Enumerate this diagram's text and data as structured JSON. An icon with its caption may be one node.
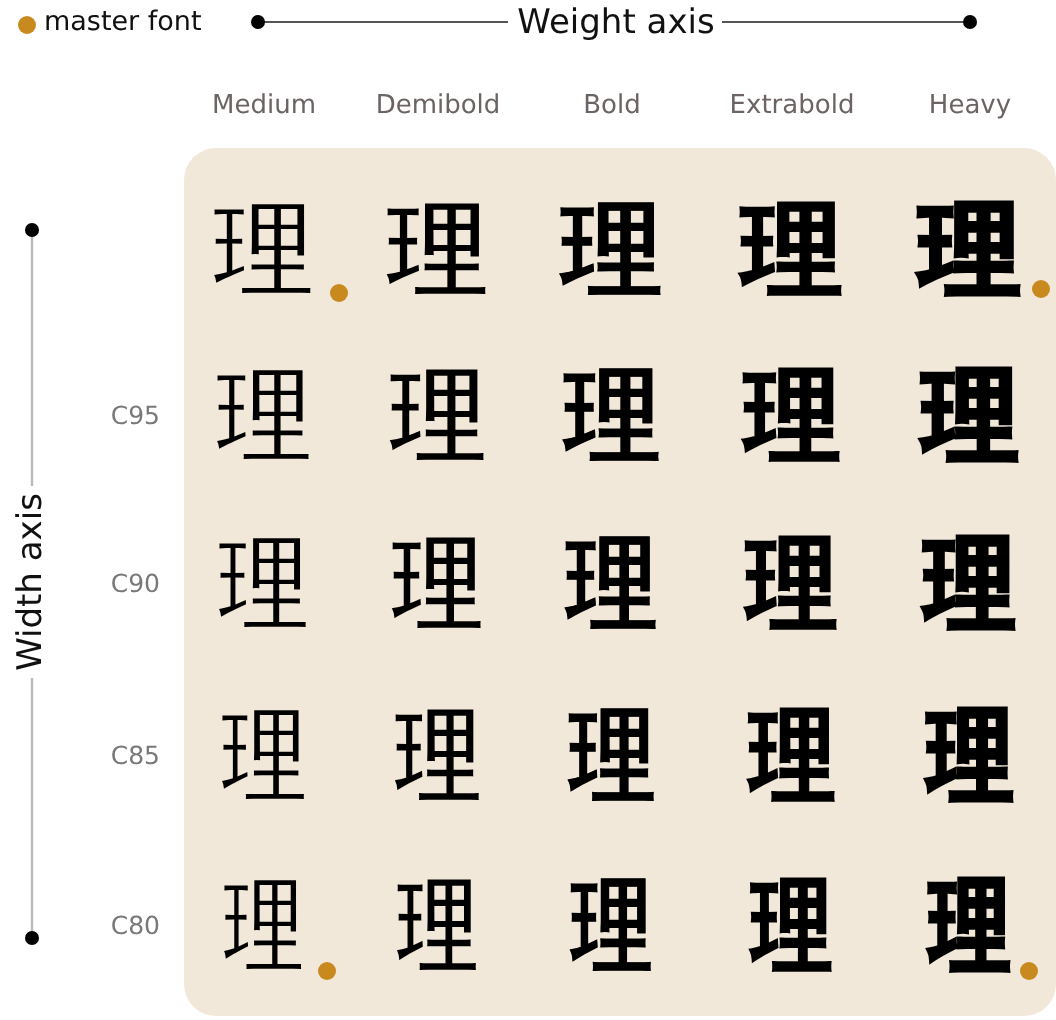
{
  "diagram": {
    "labels": [
      "Weight axis",
      "Width axis",
      "Medium",
      "Demibold",
      "Bold",
      "Extrabold",
      "Heavy",
      "理",
      "理",
      "理",
      "理",
      "理",
      "C95",
      "理",
      "理",
      "理",
      "理",
      "理",
      "C90",
      "理",
      "理",
      "理",
      "理",
      "理",
      "C85",
      "理",
      "理",
      "理",
      "理",
      "理",
      "C80",
      "理",
      "理",
      "理",
      "理",
      "理"
    ],
    "legend": [
      {
        "text": "master font",
        "color": "#c8891e"
      }
    ]
  }
}
